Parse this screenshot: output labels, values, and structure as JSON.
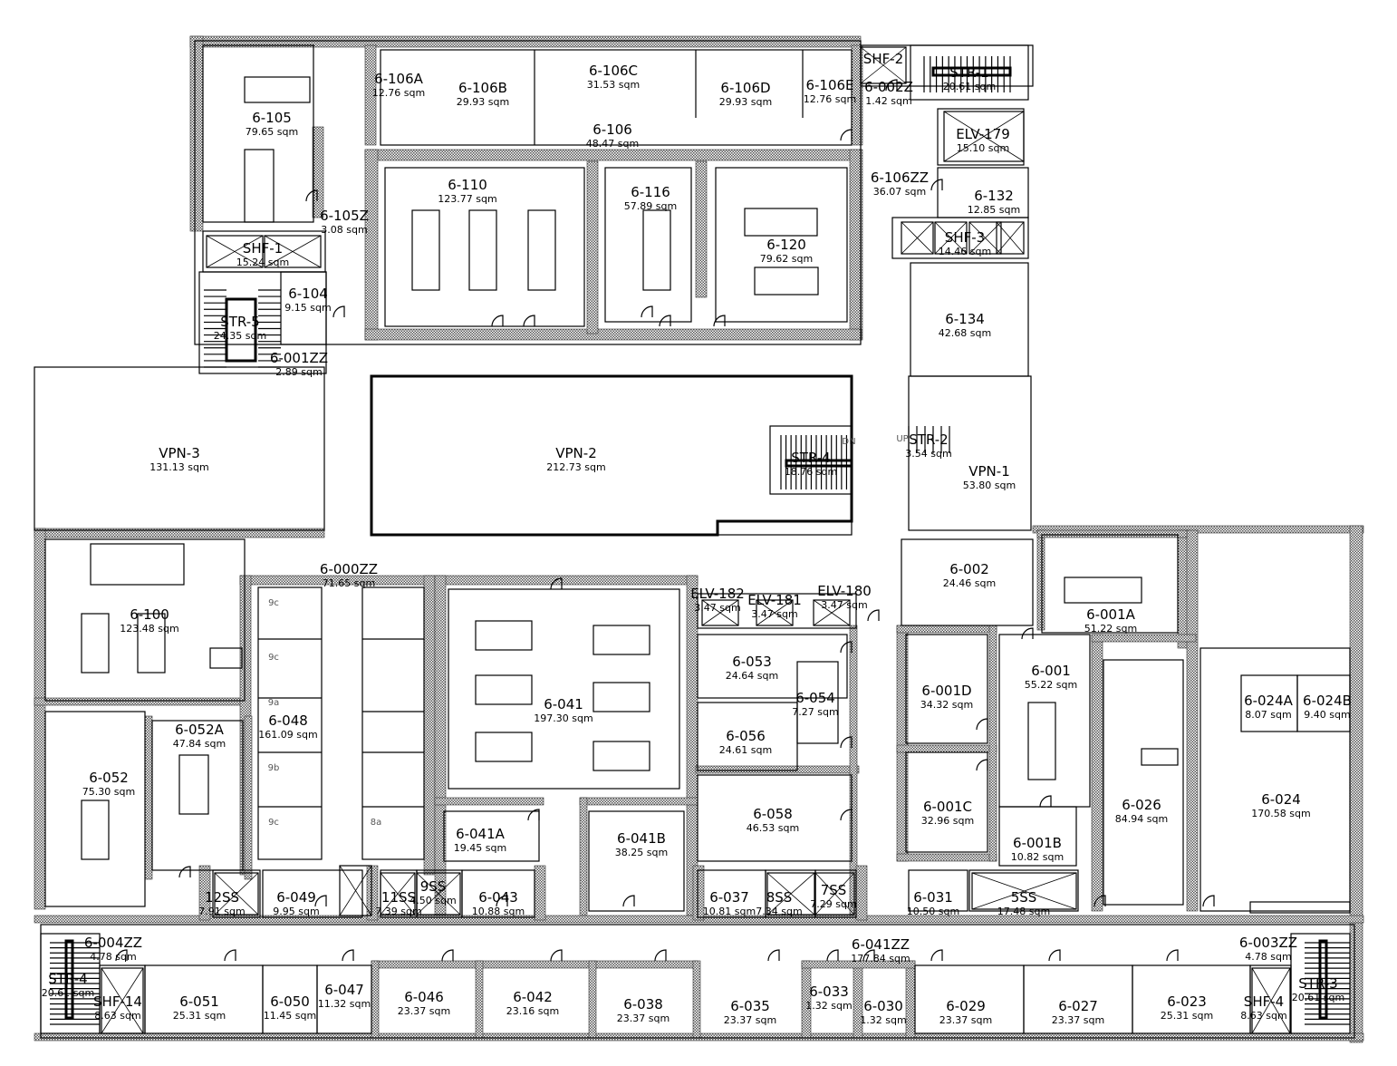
{
  "plan": {
    "area_unit": "sqm",
    "rooms": [
      {
        "id": "6-105",
        "area": "79.65 sqm"
      },
      {
        "id": "6-106A",
        "area": "12.76 sqm"
      },
      {
        "id": "6-106B",
        "area": "29.93 sqm"
      },
      {
        "id": "6-106C",
        "area": "31.53 sqm"
      },
      {
        "id": "6-106",
        "area": "48.47 sqm"
      },
      {
        "id": "6-106D",
        "area": "29.93 sqm"
      },
      {
        "id": "6-106E",
        "area": "12.76 sqm"
      },
      {
        "id": "SHF-2",
        "area": ""
      },
      {
        "id": "6-002Z",
        "area": "1.42 sqm"
      },
      {
        "id": "STR-1",
        "area": "20.61 sqm"
      },
      {
        "id": "ELV-179",
        "area": "15.10 sqm"
      },
      {
        "id": "6-106ZZ",
        "area": "36.07 sqm"
      },
      {
        "id": "6-132",
        "area": "12.85 sqm"
      },
      {
        "id": "SHF-3",
        "area": "14.46 sqm"
      },
      {
        "id": "6-110",
        "area": "123.77 sqm"
      },
      {
        "id": "6-116",
        "area": "57.89 sqm"
      },
      {
        "id": "6-120",
        "area": "79.62 sqm"
      },
      {
        "id": "6-105Z",
        "area": "3.08 sqm"
      },
      {
        "id": "SHF-1",
        "area": "15.24 sqm"
      },
      {
        "id": "6-104",
        "area": "9.15 sqm"
      },
      {
        "id": "STR-5",
        "area": "24.35 sqm"
      },
      {
        "id": "6-001ZZ",
        "area": "2.89 sqm"
      },
      {
        "id": "6-134",
        "area": "42.68 sqm"
      },
      {
        "id": "VPN-3",
        "area": "131.13 sqm"
      },
      {
        "id": "VPN-2",
        "area": "212.73 sqm"
      },
      {
        "id": "STR-4",
        "area": "18.76 sqm"
      },
      {
        "id": "STR-2",
        "area": "3.54 sqm"
      },
      {
        "id": "VPN-1",
        "area": "53.80 sqm"
      },
      {
        "id": "6-000ZZ",
        "area": "71.65 sqm"
      },
      {
        "id": "6-100",
        "area": "123.48 sqm"
      },
      {
        "id": "6-002",
        "area": "24.46 sqm"
      },
      {
        "id": "ELV-182",
        "area": "3.47 sqm"
      },
      {
        "id": "ELV-181",
        "area": "3.47 sqm"
      },
      {
        "id": "ELV-180",
        "area": "3.47 sqm"
      },
      {
        "id": "6-001A",
        "area": "51.22 sqm"
      },
      {
        "id": "6-053",
        "area": "24.64 sqm"
      },
      {
        "id": "6-041",
        "area": "197.30 sqm"
      },
      {
        "id": "6-054",
        "area": "7.27 sqm"
      },
      {
        "id": "6-056",
        "area": "24.61 sqm"
      },
      {
        "id": "6-048",
        "area": "161.09 sqm"
      },
      {
        "id": "6-052A",
        "area": "47.84 sqm"
      },
      {
        "id": "6-052",
        "area": "75.30 sqm"
      },
      {
        "id": "6-001D",
        "area": "34.32 sqm"
      },
      {
        "id": "6-001",
        "area": "55.22 sqm"
      },
      {
        "id": "6-024A",
        "area": "8.07 sqm"
      },
      {
        "id": "6-024B",
        "area": "9.40 sqm"
      },
      {
        "id": "6-024",
        "area": "170.58 sqm"
      },
      {
        "id": "6-058",
        "area": "46.53 sqm"
      },
      {
        "id": "6-041A",
        "area": "19.45 sqm"
      },
      {
        "id": "6-041B",
        "area": "38.25 sqm"
      },
      {
        "id": "6-001C",
        "area": "32.96 sqm"
      },
      {
        "id": "6-026",
        "area": "84.94 sqm"
      },
      {
        "id": "6-001B",
        "area": "10.82 sqm"
      },
      {
        "id": "12SS",
        "area": "7.91 sqm"
      },
      {
        "id": "6-049",
        "area": "9.95 sqm"
      },
      {
        "id": "11SS",
        "area": "7.39 sqm"
      },
      {
        "id": "9SS",
        "area": "4.50 sqm"
      },
      {
        "id": "6-043",
        "area": "10.88 sqm"
      },
      {
        "id": "6-037",
        "area": "10.81 sqm"
      },
      {
        "id": "8SS",
        "area": "7.34 sqm"
      },
      {
        "id": "7SS",
        "area": "7.29 sqm"
      },
      {
        "id": "6-031",
        "area": "10.50 sqm"
      },
      {
        "id": "5SS",
        "area": "17.48 sqm"
      },
      {
        "id": "6-004ZZ",
        "area": "4.78 sqm"
      },
      {
        "id": "6-041ZZ",
        "area": "177.84 sqm"
      },
      {
        "id": "6-003ZZ",
        "area": "4.78 sqm"
      },
      {
        "id": "STR-4",
        "area": "20.61 sqm"
      },
      {
        "id": "SHF-14",
        "area": "8.63 sqm"
      },
      {
        "id": "6-051",
        "area": "25.31 sqm"
      },
      {
        "id": "6-050",
        "area": "11.45 sqm"
      },
      {
        "id": "6-047",
        "area": "11.32 sqm"
      },
      {
        "id": "6-046",
        "area": "23.37 sqm"
      },
      {
        "id": "6-042",
        "area": "23.16 sqm"
      },
      {
        "id": "6-038",
        "area": "23.37 sqm"
      },
      {
        "id": "6-035",
        "area": "23.37 sqm"
      },
      {
        "id": "6-033",
        "area": "1.32 sqm"
      },
      {
        "id": "6-030",
        "area": "1.32 sqm"
      },
      {
        "id": "6-029",
        "area": "23.37 sqm"
      },
      {
        "id": "6-027",
        "area": "23.37 sqm"
      },
      {
        "id": "6-023",
        "area": "25.31 sqm"
      },
      {
        "id": "SHF-4",
        "area": "8.63 sqm"
      },
      {
        "id": "STR-3",
        "area": "20.61 sqm"
      }
    ],
    "sub_labels": [
      "9c",
      "9c",
      "9a",
      "9b",
      "9c",
      "8a"
    ],
    "stair_marks": [
      "DN",
      "UP"
    ],
    "colors": {
      "line": "#000000",
      "wall_hatch": "#808080",
      "background": "#ffffff"
    }
  }
}
